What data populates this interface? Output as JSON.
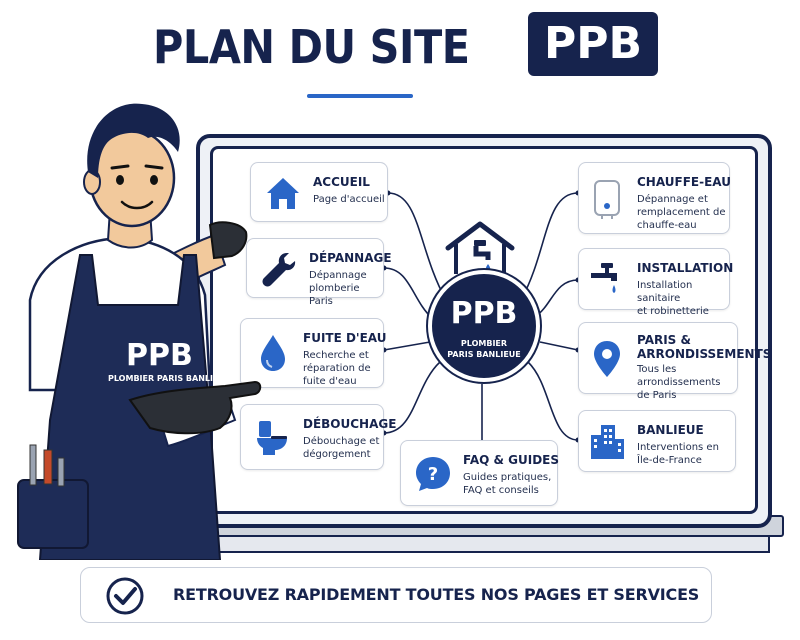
{
  "header": {
    "title": "PLAN DU SITE",
    "badge": "PPB"
  },
  "hub": {
    "title": "PPB",
    "subtitle_line1": "PLOMBIER",
    "subtitle_line2": "PARIS BANLIEUE"
  },
  "mascot": {
    "apron_brand": "PPB",
    "apron_subtitle": "PLOMBIER PARIS BANLIEUE"
  },
  "nodes": {
    "accueil": {
      "title": "ACCUEIL",
      "lines": [
        "Page d'accueil"
      ],
      "icon": "house-icon"
    },
    "depannage": {
      "title": "DÉPANNAGE",
      "lines": [
        "Dépannage",
        "plomberie Paris"
      ],
      "icon": "wrench-icon"
    },
    "fuite": {
      "title": "FUITE D'EAU",
      "lines": [
        "Recherche et",
        "réparation de",
        "fuite d'eau"
      ],
      "icon": "water-drop-icon"
    },
    "debouchage": {
      "title": "DÉBOUCHAGE",
      "lines": [
        "Débouchage et",
        "dégorgement"
      ],
      "icon": "toilet-icon"
    },
    "faq": {
      "title": "FAQ & GUIDES",
      "lines": [
        "Guides pratiques,",
        "FAQ et conseils"
      ],
      "icon": "question-bubble-icon"
    },
    "chauffe": {
      "title": "CHAUFFE-EAU",
      "lines": [
        "Dépannage et",
        "remplacement de",
        "chauffe-eau"
      ],
      "icon": "water-heater-icon"
    },
    "installation": {
      "title": "INSTALLATION",
      "lines": [
        "Installation sanitaire",
        "et robinetterie"
      ],
      "icon": "faucet-icon"
    },
    "paris": {
      "title_line1": "PARIS &",
      "title_line2": "ARRONDISSEMENTS",
      "lines": [
        "Tous les arrondissements",
        "de Paris"
      ],
      "icon": "map-pin-icon"
    },
    "banlieue": {
      "title": "BANLIEUE",
      "lines": [
        "Interventions en",
        "Île-de-France"
      ],
      "icon": "buildings-icon"
    }
  },
  "footer": {
    "text": "RETROUVEZ RAPIDEMENT TOUTES NOS PAGES ET SERVICES",
    "icon": "check-circle-icon"
  },
  "colors": {
    "navy": "#16234d",
    "accent_blue": "#2a66c7",
    "card_border": "#c9cfdb"
  }
}
